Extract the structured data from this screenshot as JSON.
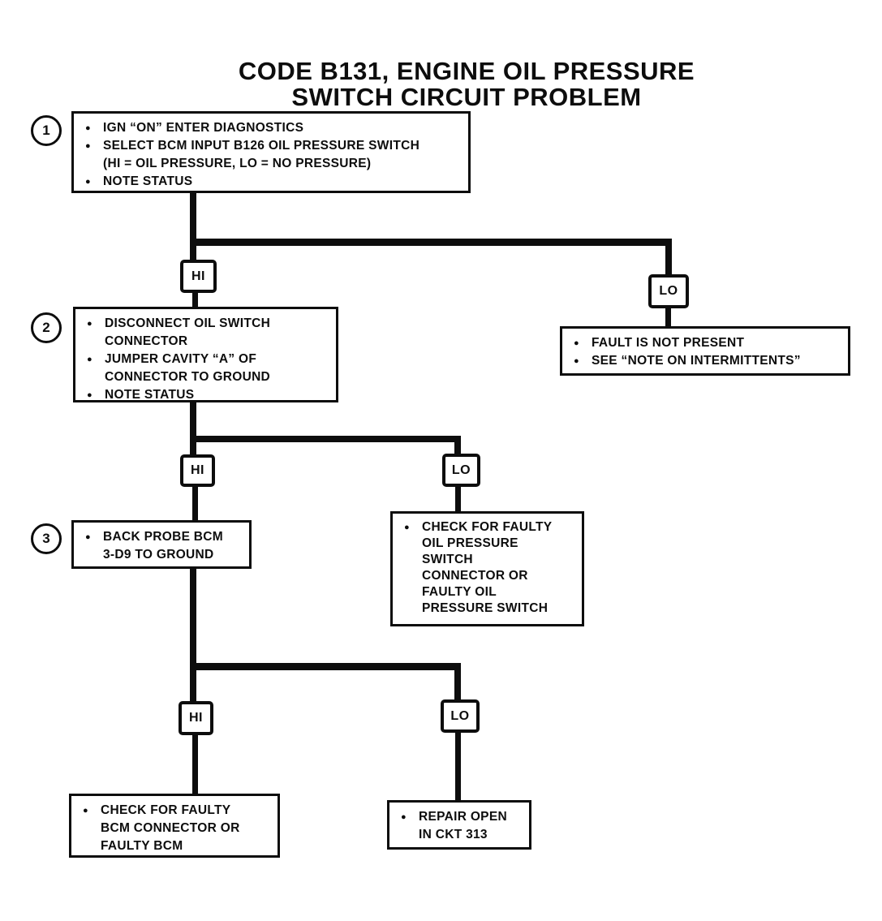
{
  "theme": {
    "ink": "#0d0d0d",
    "paper": "#ffffff"
  },
  "title": {
    "line1": "CODE B131, ENGINE OIL PRESSURE",
    "line2": "SWITCH CIRCUIT PROBLEM"
  },
  "branch_labels": {
    "hi": "HI",
    "lo": "LO"
  },
  "boxes": {
    "step1": {
      "step_number": "1",
      "lines": [
        {
          "b": true,
          "t": "IGN “ON” ENTER DIAGNOSTICS"
        },
        {
          "b": true,
          "t": "SELECT BCM INPUT B126 OIL PRESSURE SWITCH"
        },
        {
          "b": false,
          "t": "(HI = OIL PRESSURE, LO = NO PRESSURE)"
        },
        {
          "b": true,
          "t": "NOTE STATUS"
        }
      ]
    },
    "step2": {
      "step_number": "2",
      "lines": [
        {
          "b": true,
          "t": "DISCONNECT OIL SWITCH"
        },
        {
          "b": false,
          "t": "CONNECTOR"
        },
        {
          "b": true,
          "t": "JUMPER CAVITY “A” OF"
        },
        {
          "b": false,
          "t": "CONNECTOR TO GROUND"
        },
        {
          "b": true,
          "t": "NOTE STATUS"
        }
      ]
    },
    "fault_not_present": {
      "lines": [
        {
          "b": true,
          "t": "FAULT IS NOT PRESENT"
        },
        {
          "b": true,
          "t": "SEE “NOTE ON INTERMITTENTS”"
        }
      ]
    },
    "step3": {
      "step_number": "3",
      "lines": [
        {
          "b": true,
          "t": "BACK PROBE BCM"
        },
        {
          "b": false,
          "t": "3-D9 TO GROUND"
        }
      ]
    },
    "check_oil_switch": {
      "lines": [
        {
          "b": true,
          "t": "CHECK FOR FAULTY"
        },
        {
          "b": false,
          "t": "OIL PRESSURE"
        },
        {
          "b": false,
          "t": "SWITCH"
        },
        {
          "b": false,
          "t": "CONNECTOR OR"
        },
        {
          "b": false,
          "t": "FAULTY OIL"
        },
        {
          "b": false,
          "t": "PRESSURE SWITCH"
        }
      ]
    },
    "check_bcm": {
      "lines": [
        {
          "b": true,
          "t": "CHECK FOR FAULTY"
        },
        {
          "b": false,
          "t": "BCM CONNECTOR OR"
        },
        {
          "b": false,
          "t": "FAULTY BCM"
        }
      ]
    },
    "repair_open": {
      "lines": [
        {
          "b": true,
          "t": "REPAIR OPEN"
        },
        {
          "b": false,
          "t": "IN CKT 313"
        }
      ]
    }
  }
}
